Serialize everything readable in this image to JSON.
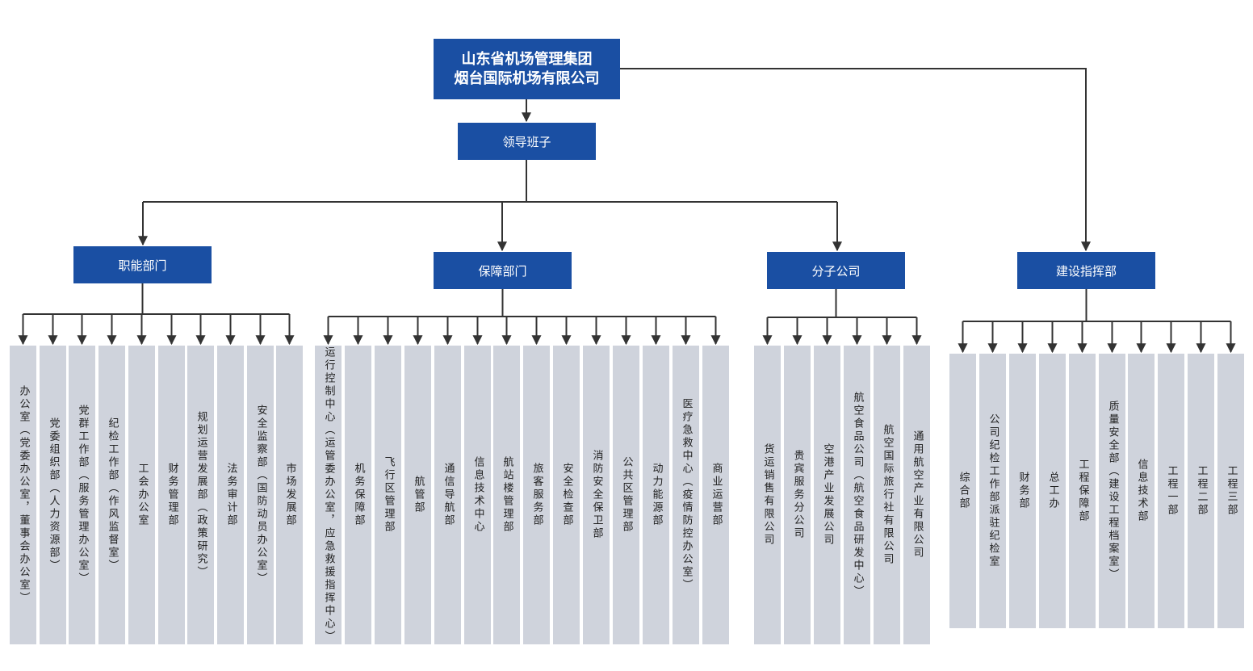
{
  "root": {
    "line1": "山东省机场管理集团",
    "line2": "烟台国际机场有限公司"
  },
  "leadership": "领导班子",
  "groups": [
    {
      "key": "functional",
      "label": "职能部门",
      "items": [
        "办公室（党委办公室，董事会办公室）",
        "党委组织部（人力资源部）",
        "党群工作部（服务管理办公室）",
        "纪检工作部（作风监督室）",
        "工会办公室",
        "财务管理部",
        "规划运营发展部（政策研究）",
        "法务审计部",
        "安全监察部（国防动员办公室）",
        "市场发展部"
      ]
    },
    {
      "key": "support",
      "label": "保障部门",
      "items": [
        "运行控制中心（运管委办公室，应急救援指挥中心）",
        "机务保障部",
        "飞行区管理部",
        "航管部",
        "通信导航部",
        "信息技术中心",
        "航站楼管理部",
        "旅客服务部",
        "安全检查部",
        "消防安全保卫部",
        "公共区管理部",
        "动力能源部",
        "医疗急救中心（疫情防控办公室）",
        "商业运营部"
      ]
    },
    {
      "key": "subsidiary",
      "label": "分子公司",
      "items": [
        "货运销售有限公司",
        "贵宾服务分公司",
        "空港产业发展公司",
        "航空食品公司（航空食品研发中心）",
        "航空国际旅行社有限公司",
        "通用航空产业有限公司"
      ]
    },
    {
      "key": "construction",
      "label": "建设指挥部",
      "items": [
        "综合部",
        "公司纪检工作部派驻纪检室",
        "财务部",
        "总工办",
        "工程保障部",
        "质量安全部（建设工程档案室）",
        "信息技术部",
        "工程一部",
        "工程二部",
        "工程三部"
      ]
    }
  ],
  "colors": {
    "box": "#1a4fa3",
    "leaf": "#cfd3dc",
    "line": "#333333"
  }
}
